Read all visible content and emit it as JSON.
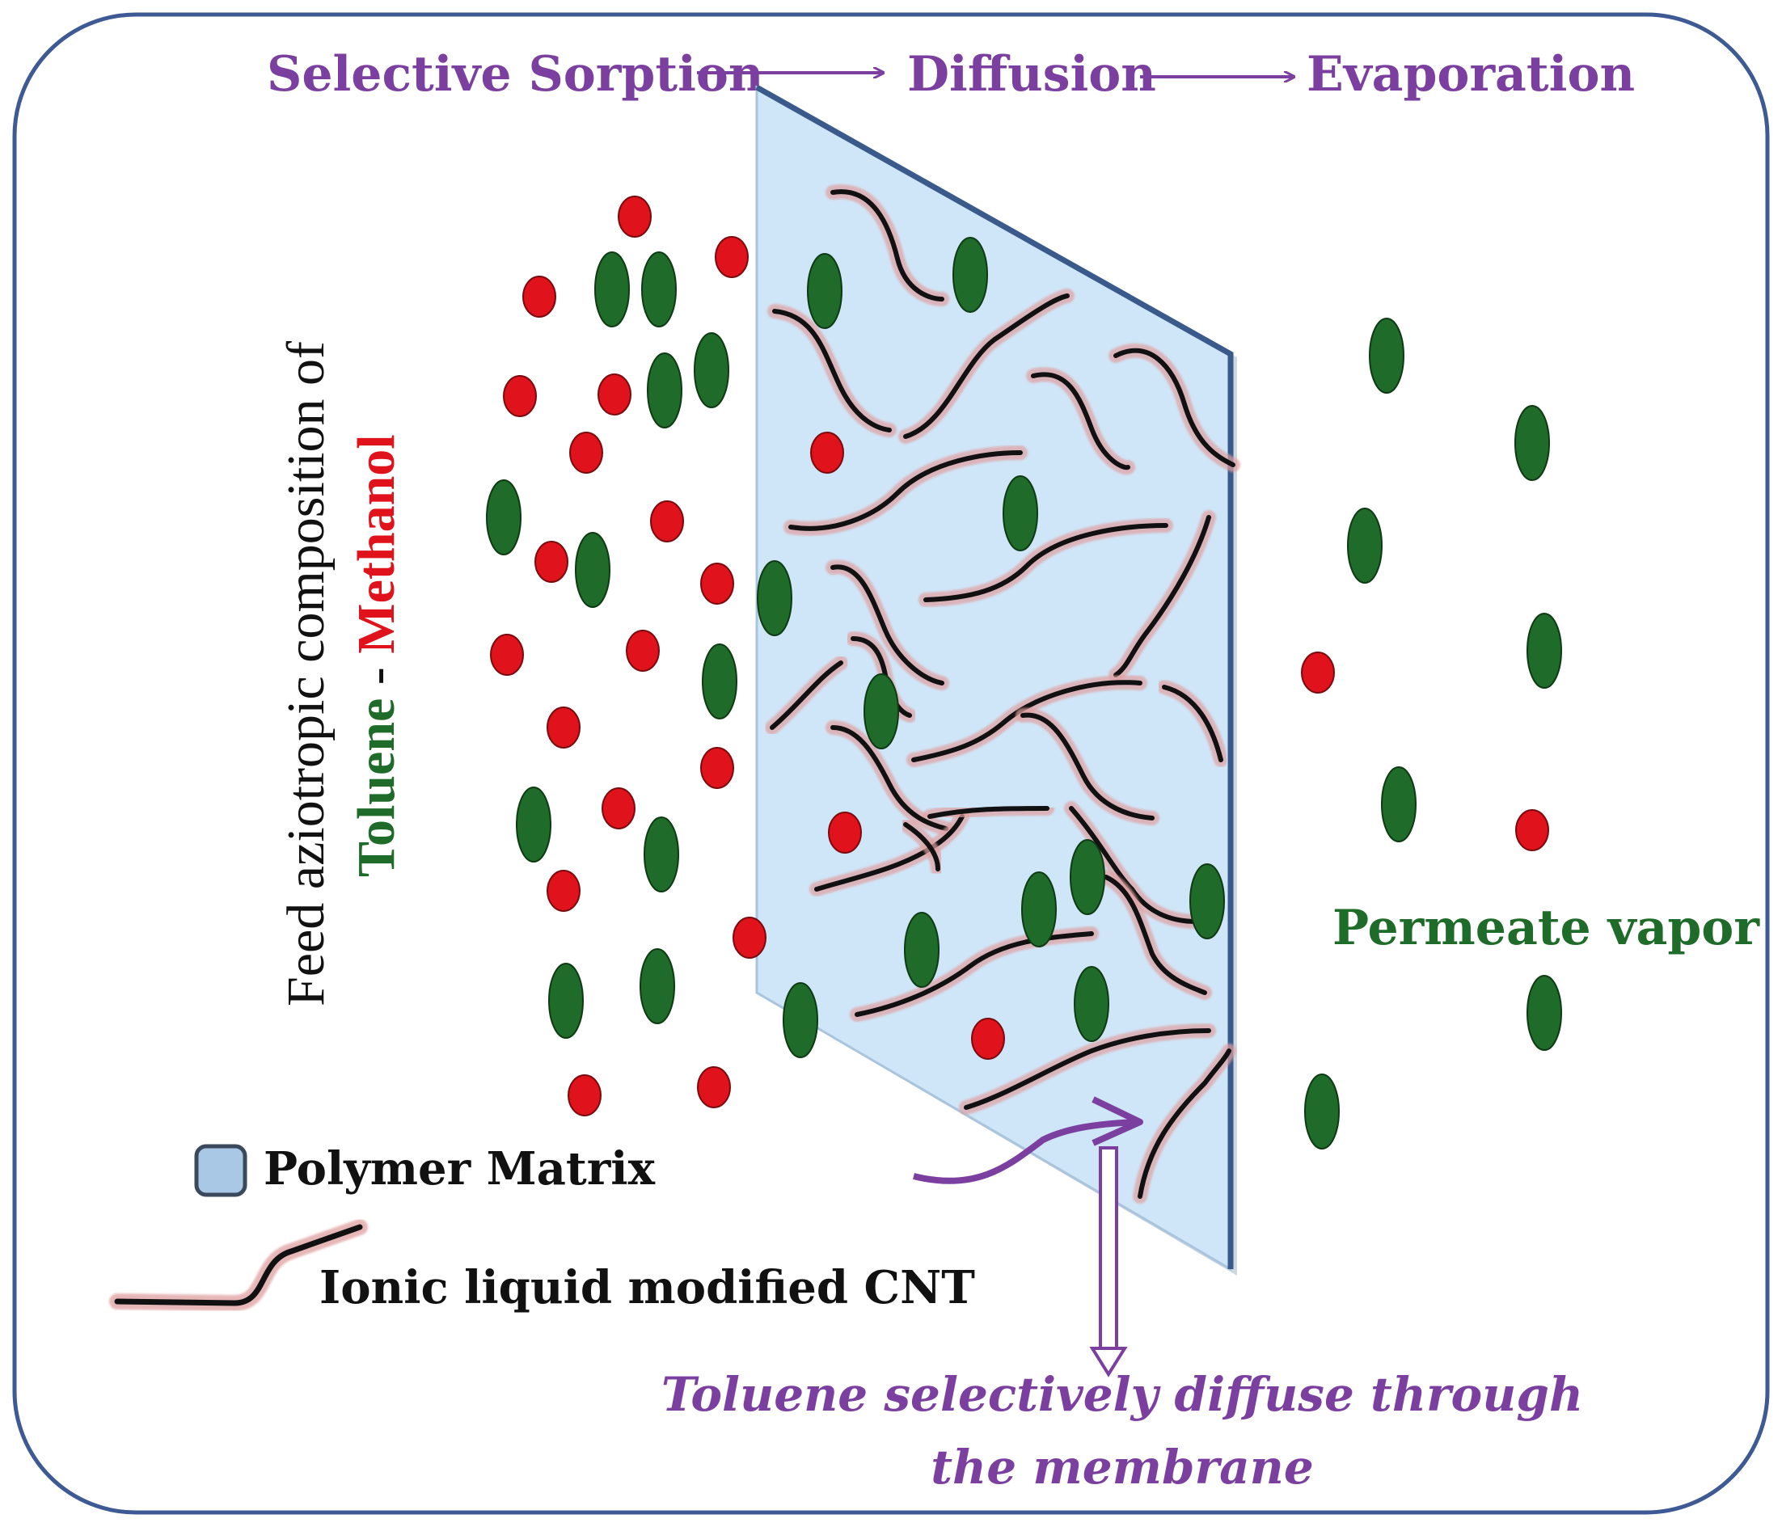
{
  "colors": {
    "frame": "#3d5a94",
    "process": "#7b3fa0",
    "toluene": "#1f6b2a",
    "methanol": "#e0121b",
    "membrane_fill": "#cfe6f8",
    "membrane_edge": "#3a5a8c",
    "cnt": "#111111",
    "cnt_glow": "#e0a0a0"
  },
  "process": {
    "step1": "Selective Sorption",
    "step2": "Diffusion",
    "step3": "Evaporation"
  },
  "feed": {
    "line1": "Feed aziotropic composition of",
    "toluene": "Toluene",
    "separator": " - ",
    "methanol": "Methanol"
  },
  "permeate_label": "Permeate vapor",
  "legend": {
    "polymer_matrix": "Polymer Matrix",
    "cnt": "Ionic liquid modified CNT"
  },
  "note": {
    "line1": "Toluene selectively diffuse through",
    "line2": "the membrane"
  }
}
